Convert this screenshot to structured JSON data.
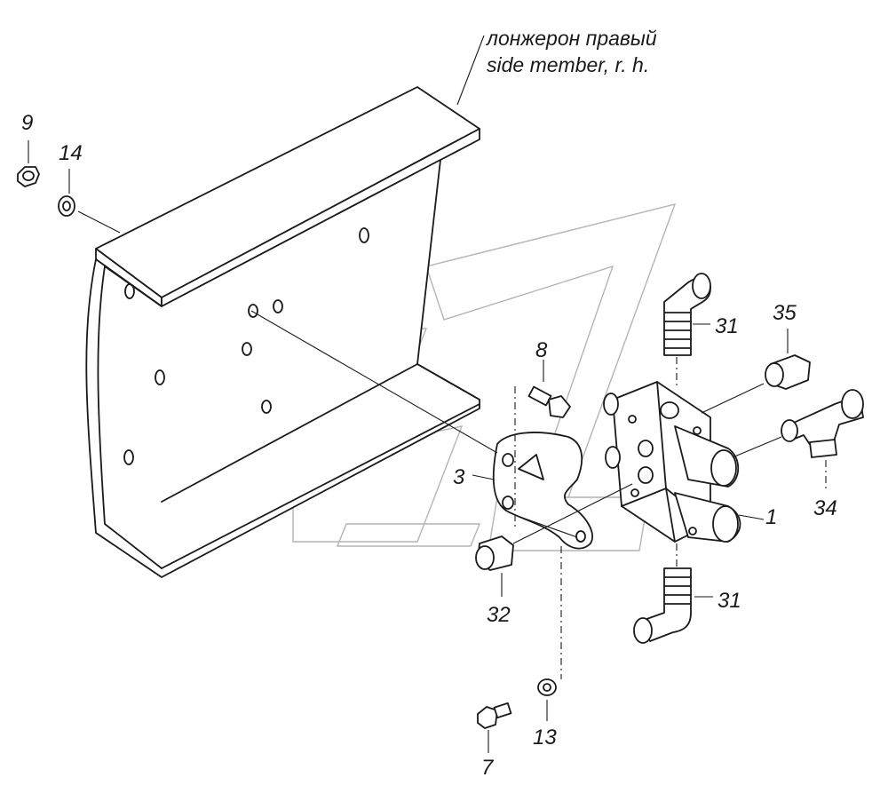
{
  "caption": {
    "line_ru": "лонжерон правый",
    "line_en": "side member, r. h."
  },
  "callouts": {
    "p1": "1",
    "p3": "3",
    "p7": "7",
    "p8": "8",
    "p9": "9",
    "p13": "13",
    "p14": "14",
    "p31_top": "31",
    "p31_bottom": "31",
    "p32": "32",
    "p34": "34",
    "p35": "35"
  }
}
